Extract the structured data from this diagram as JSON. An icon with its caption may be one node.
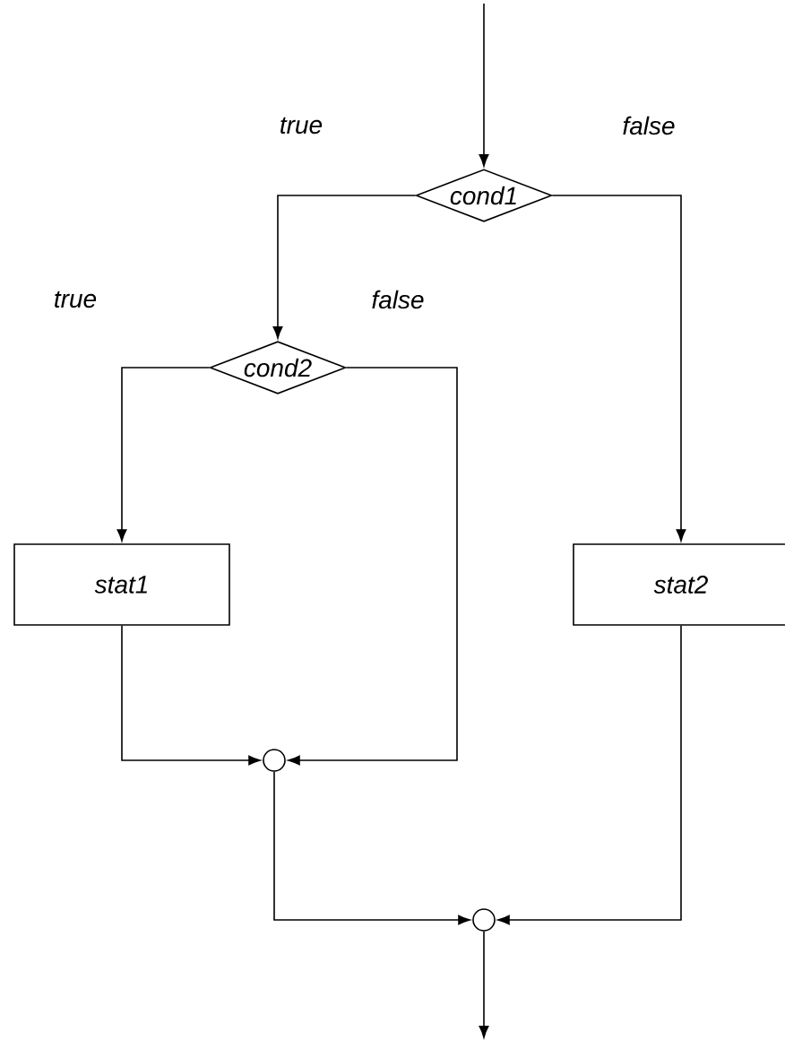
{
  "diagram": {
    "nodes": [
      {
        "text": [
          "cond1"
        ]
      },
      {
        "text": [
          "cond2"
        ]
      },
      {
        "text": [
          "stat1"
        ]
      },
      {
        "text": [
          "stat2"
        ]
      },
      {
        "text": [],
        "shape": "circle"
      },
      {
        "text": [],
        "shape": "circle"
      }
    ],
    "edges": [
      {
        "from": null,
        "to": 0,
        "arrow": "to"
      },
      {
        "from": 0,
        "to": 1,
        "arrow": "to",
        "label": "true"
      },
      {
        "from": 0,
        "to": 3,
        "arrow": "to",
        "label": "false"
      },
      {
        "from": 1,
        "to": 2,
        "arrow": "to",
        "label": "true"
      },
      {
        "from": 1,
        "to": 4,
        "arrow": "to",
        "label": "false"
      },
      {
        "from": 2,
        "to": 4,
        "arrow": "to"
      },
      {
        "from": 3,
        "to": 5,
        "arrow": "to"
      },
      {
        "from": 4,
        "to": 5,
        "arrow": "to"
      },
      {
        "from": 5,
        "to": null,
        "arrow": "to"
      }
    ]
  }
}
